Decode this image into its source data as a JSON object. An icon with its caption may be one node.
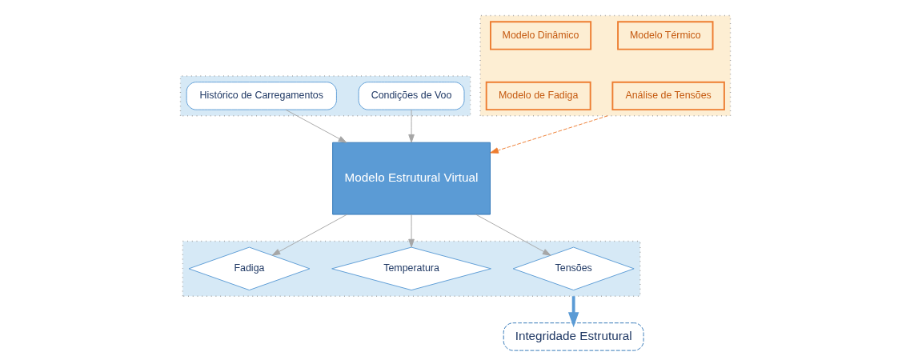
{
  "diagram": {
    "nodes": [
      {
        "text": [],
        "shape": "box"
      },
      {
        "text": [
          "Histórico de Carregamentos"
        ],
        "in": 0
      },
      {
        "text": [
          "Condições de Voo"
        ],
        "in": 0
      },
      {
        "text": [
          "Modelo Estrutural Virtual"
        ]
      },
      {
        "text": [],
        "shape": "box"
      },
      {
        "text": [
          "Modelo Dinâmico"
        ],
        "in": 4
      },
      {
        "text": [
          "Modelo Térmico"
        ],
        "in": 4
      },
      {
        "text": [
          "Modelo de Fadiga"
        ],
        "in": 4
      },
      {
        "text": [
          "Análise de Tensões"
        ],
        "in": 4
      },
      {
        "text": [],
        "shape": "box"
      },
      {
        "text": [
          "Fadiga"
        ],
        "in": 9
      },
      {
        "text": [
          "Temperatura"
        ],
        "in": 9
      },
      {
        "text": [
          "Tensões"
        ],
        "in": 9
      },
      {
        "text": [
          "Integridade Estrutural"
        ]
      }
    ],
    "edges": [
      {
        "from": 1,
        "to": 3,
        "arrow": "to"
      },
      {
        "from": 2,
        "to": 3,
        "arrow": "to"
      },
      {
        "from": 4,
        "to": 3,
        "arrow": "to",
        "style": "dashed",
        "color": "#ed7d31"
      },
      {
        "from": 3,
        "to": 10,
        "arrow": "to"
      },
      {
        "from": 3,
        "to": 11,
        "arrow": "to"
      },
      {
        "from": 3,
        "to": 12,
        "arrow": "to"
      },
      {
        "from": 9,
        "to": 13,
        "arrow": "to",
        "style": "thick",
        "color": "#5b9bd5"
      }
    ]
  }
}
